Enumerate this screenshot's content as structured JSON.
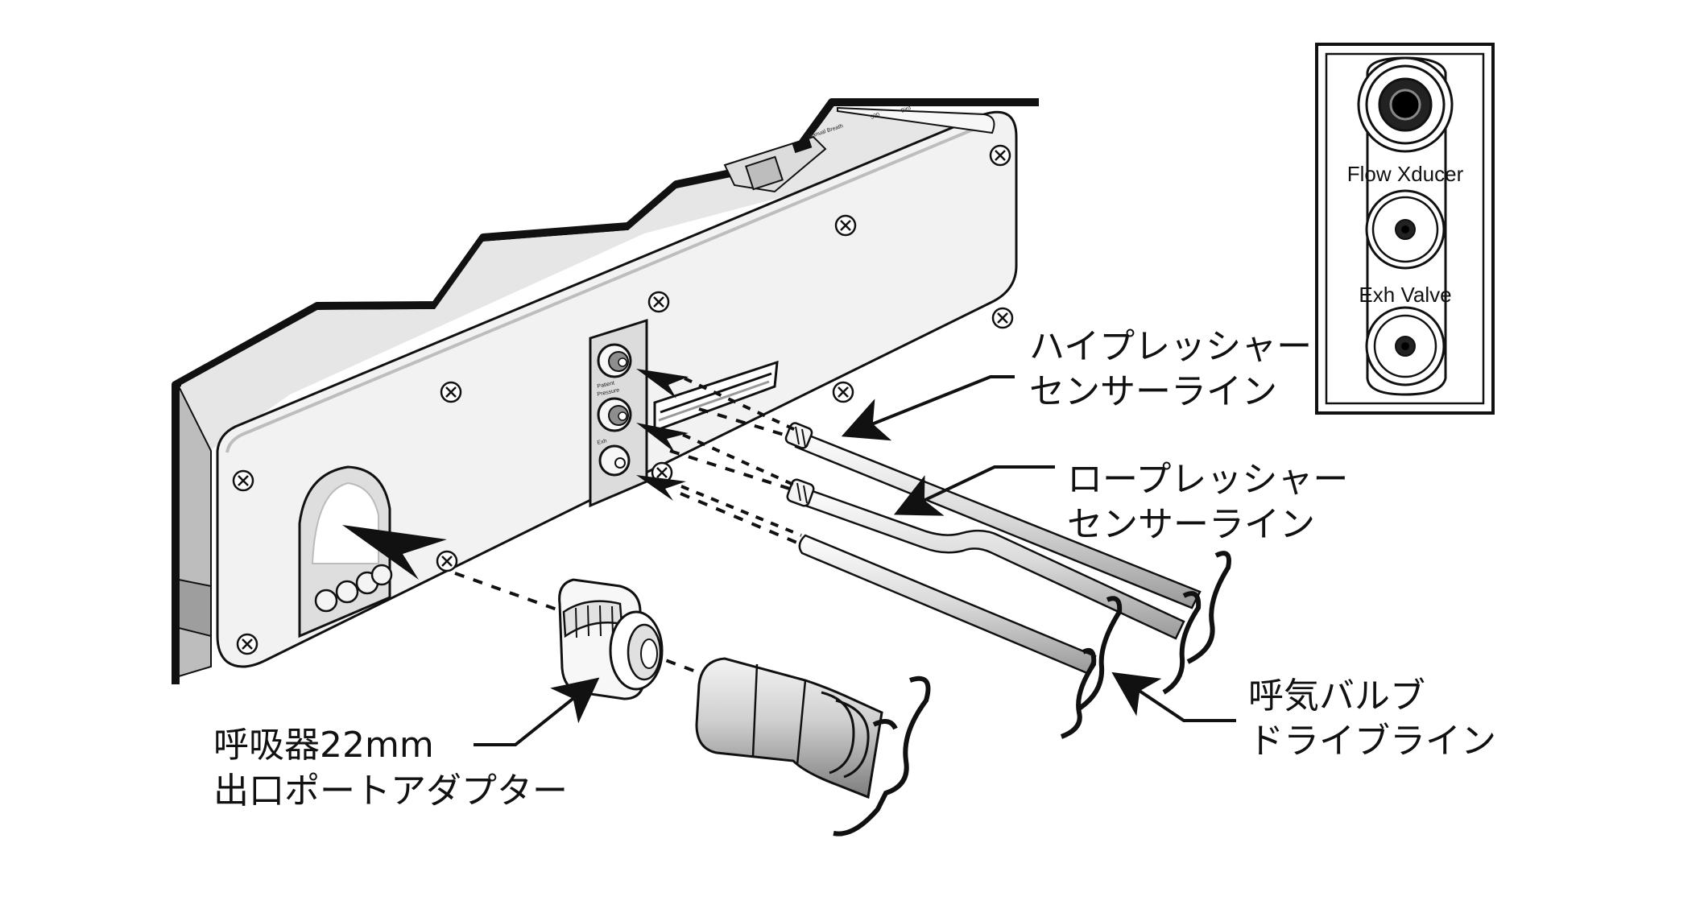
{
  "callouts": {
    "high_pressure": {
      "line1": "ハイプレッシャー",
      "line2": "センサーライン"
    },
    "low_pressure": {
      "line1": "ロープレッシャー",
      "line2": "センサーライン"
    },
    "exh_valve_drive": {
      "line1": "呼気バルブ",
      "line2": "ドライブライン"
    },
    "outlet_adapter": {
      "line1": "呼吸器22mm",
      "line2": "出口ポートアダプター"
    }
  },
  "inset": {
    "port_flow": "Flow Xducer",
    "port_exh": "Exh Valve"
  },
  "device": {
    "model_text": "500",
    "brand_text": "Bird",
    "port_label_patient": "Patient",
    "port_label_pressure": "Pressure",
    "port_label_exh": "Exh",
    "button_text": "Manual Breath"
  },
  "colors": {
    "line": "#111111",
    "panel_fill": "#f2f2f2",
    "shade": "#cfcfcf",
    "background": "#ffffff"
  }
}
